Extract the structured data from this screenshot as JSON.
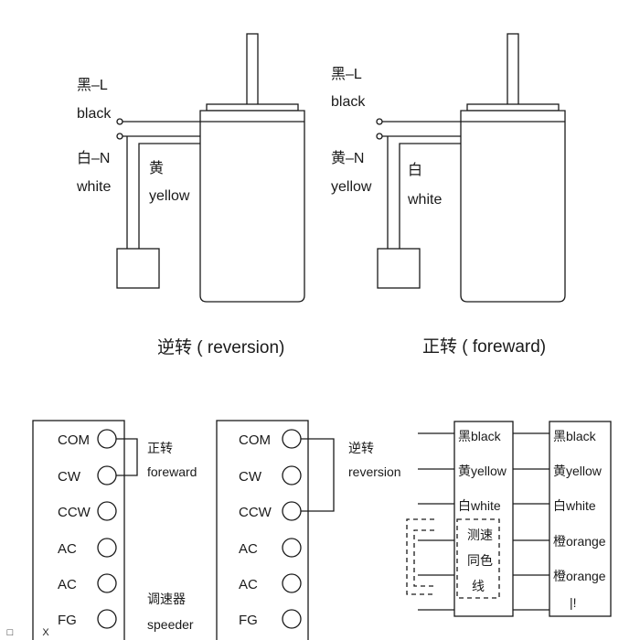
{
  "top_left": {
    "wire_black": "黑–L",
    "wire_black_en": "black",
    "wire_white": "白–N",
    "wire_white_en": "white",
    "wire_yellow": "黄",
    "wire_yellow_en": "yellow",
    "caption": "逆转 ( reversion)"
  },
  "top_right": {
    "wire_black": "黑–L",
    "wire_black_en": "black",
    "wire_yellow": "黄–N",
    "wire_yellow_en": "yellow",
    "wire_white": "白",
    "wire_white_en": "white",
    "caption": "正转 ( foreward)"
  },
  "panel_forward": {
    "terminals": [
      "COM",
      "CW",
      "CCW",
      "AC",
      "AC",
      "FG"
    ],
    "note_cn": "正转",
    "note_en": "foreward",
    "speeder_cn": "调速器",
    "speeder_en": "speeder"
  },
  "panel_reverse": {
    "terminals": [
      "COM",
      "CW",
      "CCW",
      "AC",
      "AC",
      "FG"
    ],
    "note_cn": "逆转",
    "note_en": "reversion"
  },
  "connector": {
    "left": [
      "黑black",
      "黄yellow",
      "白white"
    ],
    "sensor": [
      "测速",
      "同色",
      "线"
    ],
    "right": [
      "黑black",
      "黄yellow",
      "白white",
      "橙orange",
      "橙orange",
      "|!"
    ]
  },
  "window_controls": {
    "minimize": "□",
    "close": "X"
  }
}
